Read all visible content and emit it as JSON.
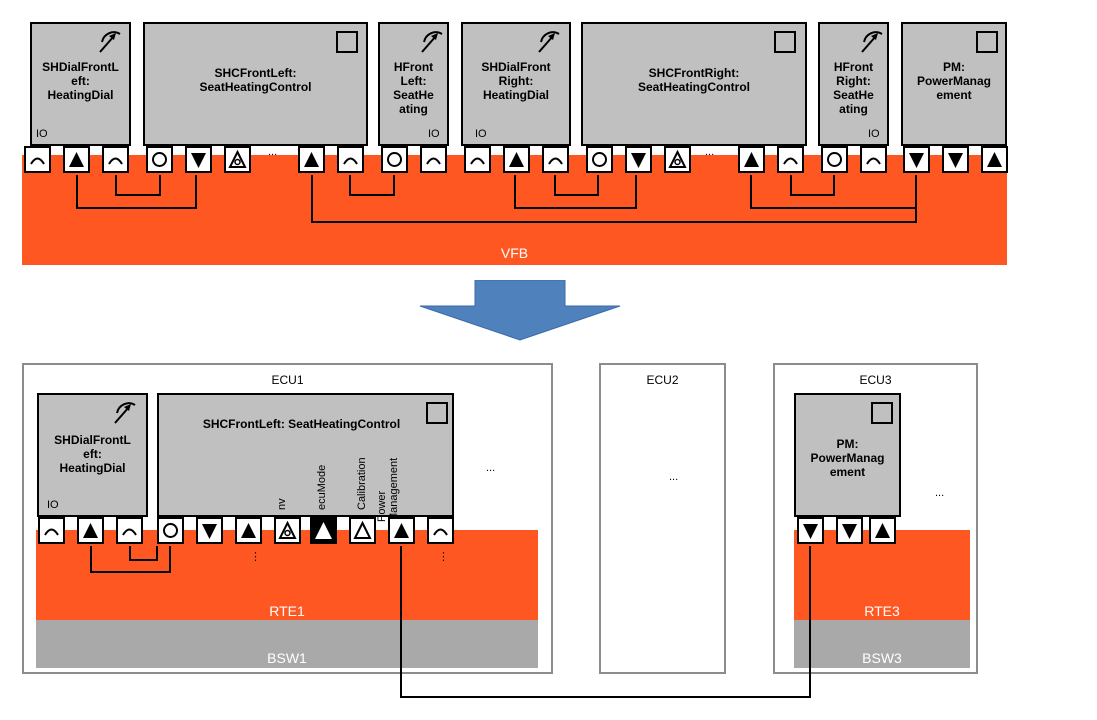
{
  "vfb": {
    "label": "VFB",
    "components": {
      "shdial_left": "SHDialFrontL\neft:\nHeatingDial",
      "shc_left": "SHCFrontLeft:\nSeatHeatingControl",
      "hfront_left": "HFront\nLeft:\nSeatHe\nating",
      "shdial_right": "SHDialFront\nRight:\nHeatingDial",
      "shc_right": "SHCFrontRight:\nSeatHeatingControl",
      "hfront_right": "HFront\nRight:\nSeatHe\nating",
      "pm": "PM:\nPowerManag\nement"
    },
    "io_label": "IO",
    "ellipsis": "..."
  },
  "lower": {
    "ecu1": {
      "title": "ECU1",
      "shdial": "SHDialFrontL\neft:\nHeatingDial",
      "shc": "SHCFrontLeft:  SeatHeatingControl",
      "port_labels": {
        "nv": "nv",
        "ecumode": "ecuMode",
        "calibration": "Calibration",
        "power": "Power\nManagement"
      },
      "rte": "RTE1",
      "bsw": "BSW1",
      "io_label": "IO",
      "ellipsis": "...",
      "vdots": "⋮"
    },
    "ecu2": {
      "title": "ECU2",
      "ellipsis": "..."
    },
    "ecu3": {
      "title": "ECU3",
      "pm": "PM:\nPowerManag\nement",
      "rte": "RTE3",
      "bsw": "BSW3",
      "ellipsis": "..."
    }
  },
  "colors": {
    "orange": "#ff5722",
    "gray": "#c0c0c0",
    "bsw": "#a9a9a9",
    "arrow": "#4f81bd"
  },
  "icons": [
    "dial-icon",
    "component-icon",
    "sender-port-icon",
    "receiver-port-icon",
    "client-port-icon",
    "server-port-icon",
    "nv-port-icon",
    "calibration-port-icon",
    "down-arrow-icon"
  ]
}
